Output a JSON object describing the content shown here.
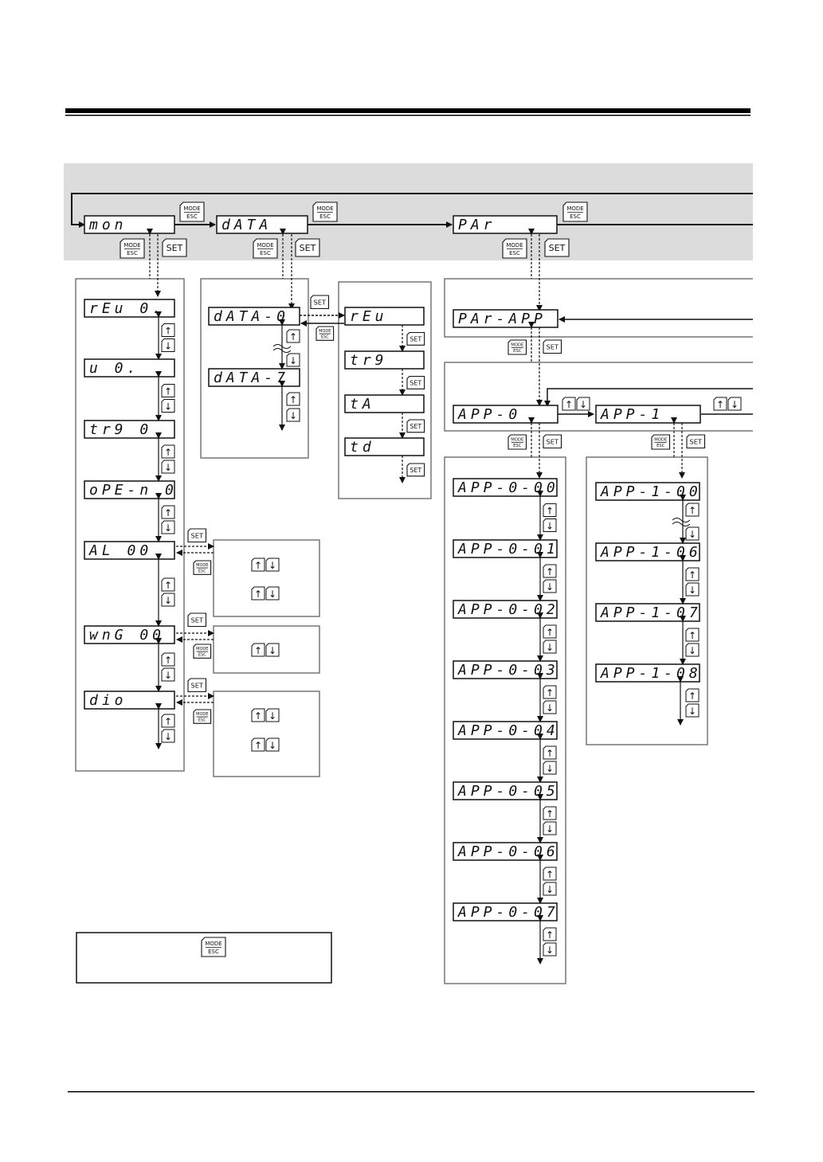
{
  "buttons": {
    "mode_top": "MODE",
    "mode_bottom": "ESC",
    "set": "SET",
    "up_glyph": "↑",
    "down_glyph": "↓"
  },
  "top_modes": {
    "monitor": "mon",
    "data": "dATA",
    "parameter": "PAr"
  },
  "monitor_items": [
    "rEu       0.",
    "u         0.",
    "tr9       0",
    "oPE-n   0",
    "AL      00",
    "wnG     00",
    "dio"
  ],
  "data_items": [
    "dATA-0",
    "dATA-7"
  ],
  "data_sub_items": [
    "rEu",
    "tr9",
    "tA",
    "td"
  ],
  "param": {
    "app": "PAr-APP",
    "app0": "APP-0",
    "app1": "APP-1"
  },
  "app0_items": [
    "APP-0-00",
    "APP-0-01",
    "APP-0-02",
    "APP-0-03",
    "APP-0-04",
    "APP-0-05",
    "APP-0-06",
    "APP-0-07"
  ],
  "app1_items": [
    "APP-1-00",
    "APP-1-06",
    "APP-1-07",
    "APP-1-08"
  ],
  "colors": {
    "band": "#dcdcdc",
    "line": "#111111",
    "panel_border": "#777777"
  }
}
